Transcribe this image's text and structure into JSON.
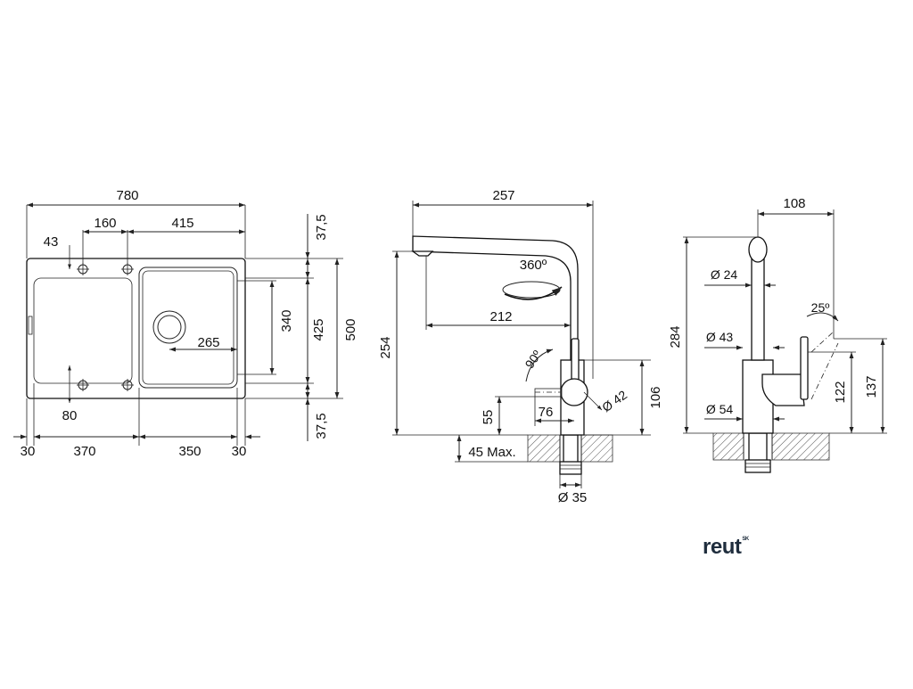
{
  "sink": {
    "overall_width": "780",
    "offset_160": "160",
    "offset_415": "415",
    "hole_43": "43",
    "hole_80": "80",
    "depth_37_5_top": "37,5",
    "depth_37_5_bottom": "37,5",
    "height_425": "425",
    "height_500": "500",
    "bowl_340": "340",
    "drain_265": "265",
    "bottom_30_left": "30",
    "bottom_370": "370",
    "bottom_350": "350",
    "bottom_30_right": "30"
  },
  "tap_side": {
    "reach_257": "257",
    "rotation": "360º",
    "spout_212": "212",
    "height_254": "254",
    "lever_angle": "90º",
    "body_diameter": "Ø 42",
    "height_106": "106",
    "height_55": "55",
    "offset_76": "76",
    "max_thickness": "45 Max.",
    "hole_diameter": "Ø 35"
  },
  "tap_front": {
    "width_108": "108",
    "spout_diameter": "Ø 24",
    "lever_angle": "25º",
    "height_284": "284",
    "body_diameter": "Ø 43",
    "height_122": "122",
    "height_137": "137",
    "base_diameter": "Ø 54"
  },
  "logo": {
    "text": "reut",
    "suffix": "SK",
    "color": "#1f2d3d"
  }
}
